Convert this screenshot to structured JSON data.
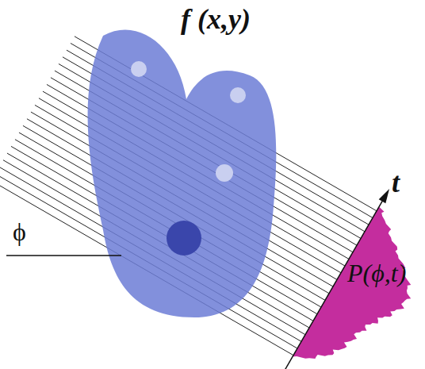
{
  "diagram": {
    "labels": [
      "f (x,y)",
      "t",
      "P(ϕ,t)",
      "ϕ"
    ]
  }
}
